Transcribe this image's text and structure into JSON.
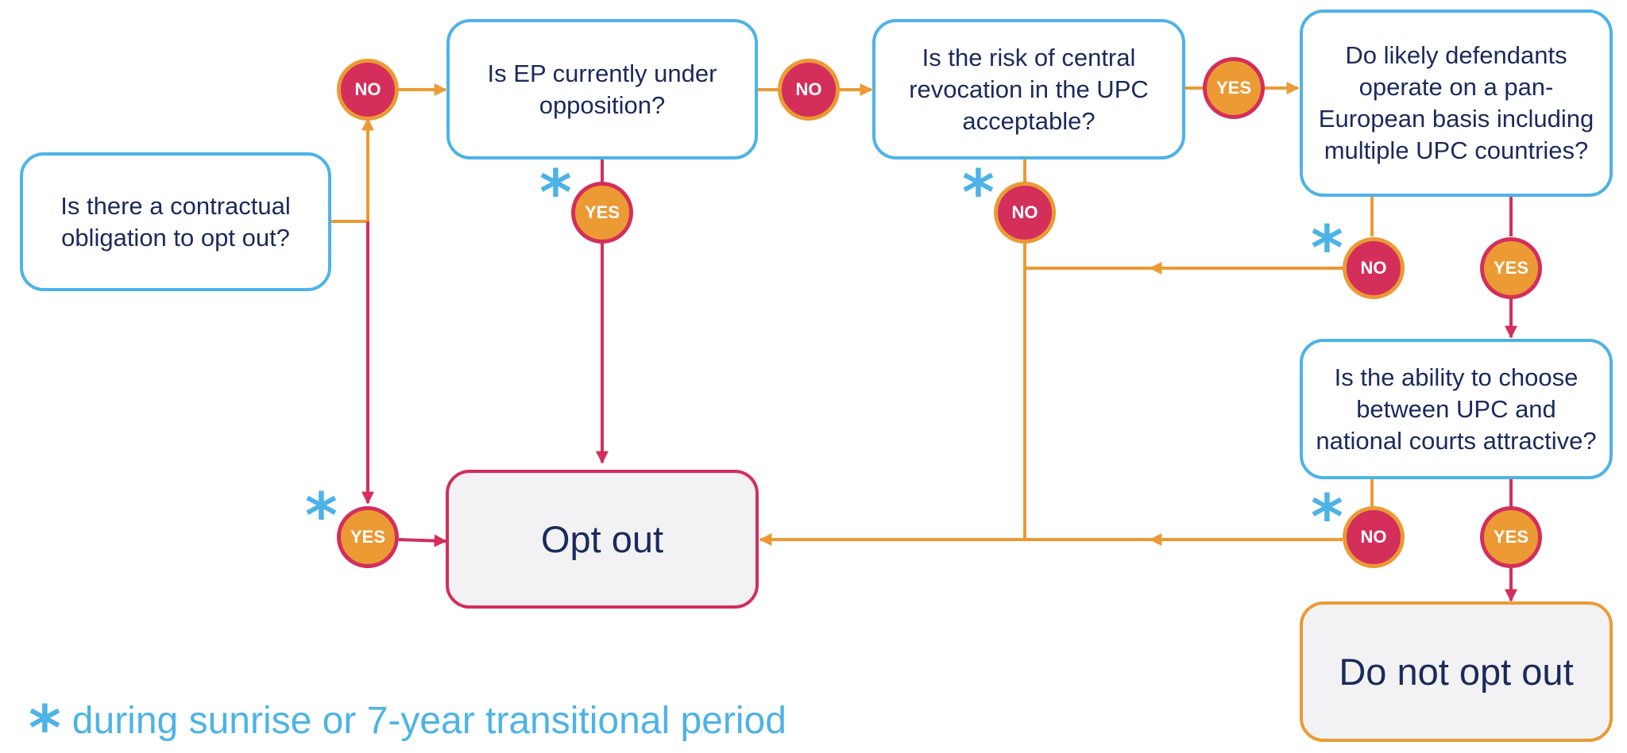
{
  "colors": {
    "blue": "#4db3e6",
    "red": "#d42e5b",
    "orange": "#eb9a34",
    "text": "#1b2a5c",
    "outcome_fill": "#f2f2f4"
  },
  "questions": {
    "contractual": "Is there a contractual obligation to opt out?",
    "opposition": "Is EP currently under opposition?",
    "revocation": "Is the risk of central revocation in the UPC acceptable?",
    "defendants": "Do likely defendants operate on a pan-European basis including multiple UPC countries?",
    "choice": "Is the ability to choose between UPC and national courts attractive?"
  },
  "outcomes": {
    "opt_out": "Opt out",
    "do_not_opt_out": "Do not opt out"
  },
  "badges": {
    "yes": "YES",
    "no": "NO"
  },
  "legend": {
    "marker": "*",
    "text": "during sunrise or 7-year transitional period"
  }
}
